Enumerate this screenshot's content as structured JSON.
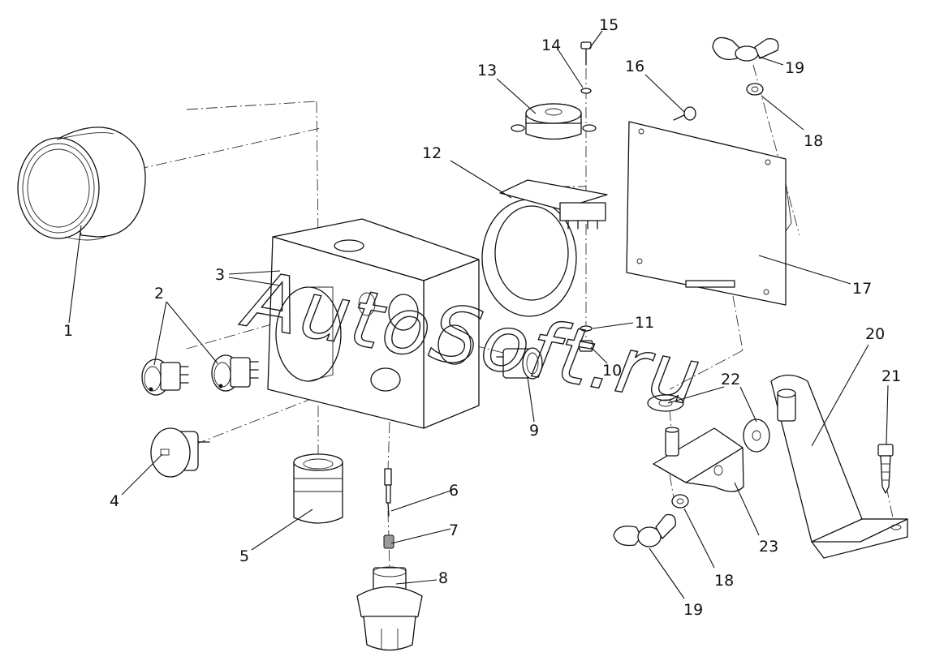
{
  "watermark": "AutoSoft.ru",
  "callouts": [
    {
      "id": "1",
      "label": "1"
    },
    {
      "id": "2",
      "label": "2"
    },
    {
      "id": "3",
      "label": "3"
    },
    {
      "id": "4",
      "label": "4"
    },
    {
      "id": "5",
      "label": "5"
    },
    {
      "id": "6",
      "label": "6"
    },
    {
      "id": "7",
      "label": "7"
    },
    {
      "id": "8",
      "label": "8"
    },
    {
      "id": "9",
      "label": "9"
    },
    {
      "id": "10",
      "label": "10"
    },
    {
      "id": "11",
      "label": "11"
    },
    {
      "id": "12",
      "label": "12"
    },
    {
      "id": "13",
      "label": "13"
    },
    {
      "id": "14",
      "label": "14"
    },
    {
      "id": "15",
      "label": "15"
    },
    {
      "id": "16",
      "label": "16"
    },
    {
      "id": "17",
      "label": "17"
    },
    {
      "id": "18a",
      "label": "18"
    },
    {
      "id": "18b",
      "label": "18"
    },
    {
      "id": "19a",
      "label": "19"
    },
    {
      "id": "19b",
      "label": "19"
    },
    {
      "id": "20",
      "label": "20"
    },
    {
      "id": "21",
      "label": "21"
    },
    {
      "id": "22",
      "label": "22"
    },
    {
      "id": "23",
      "label": "23"
    }
  ]
}
